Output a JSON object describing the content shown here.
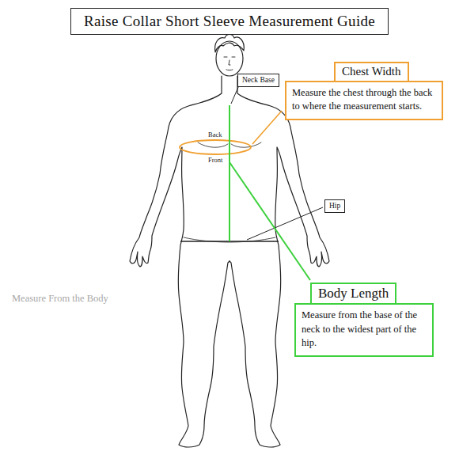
{
  "diagram": {
    "title": "Raise Collar Short Sleeve Measurement Guide",
    "nodes": [
      {
        "text": [
          "Chest Width",
          "Measure the chest through the back to where the measurement starts."
        ]
      },
      {
        "text": [
          "Neck Base"
        ]
      },
      {
        "text": [
          "Hip"
        ]
      },
      {
        "text": [
          "Body Length",
          "Measure from the base of the neck to the widest part of the hip."
        ]
      }
    ],
    "labels": [
      "Back",
      "Front",
      "Measure From the Body"
    ]
  }
}
